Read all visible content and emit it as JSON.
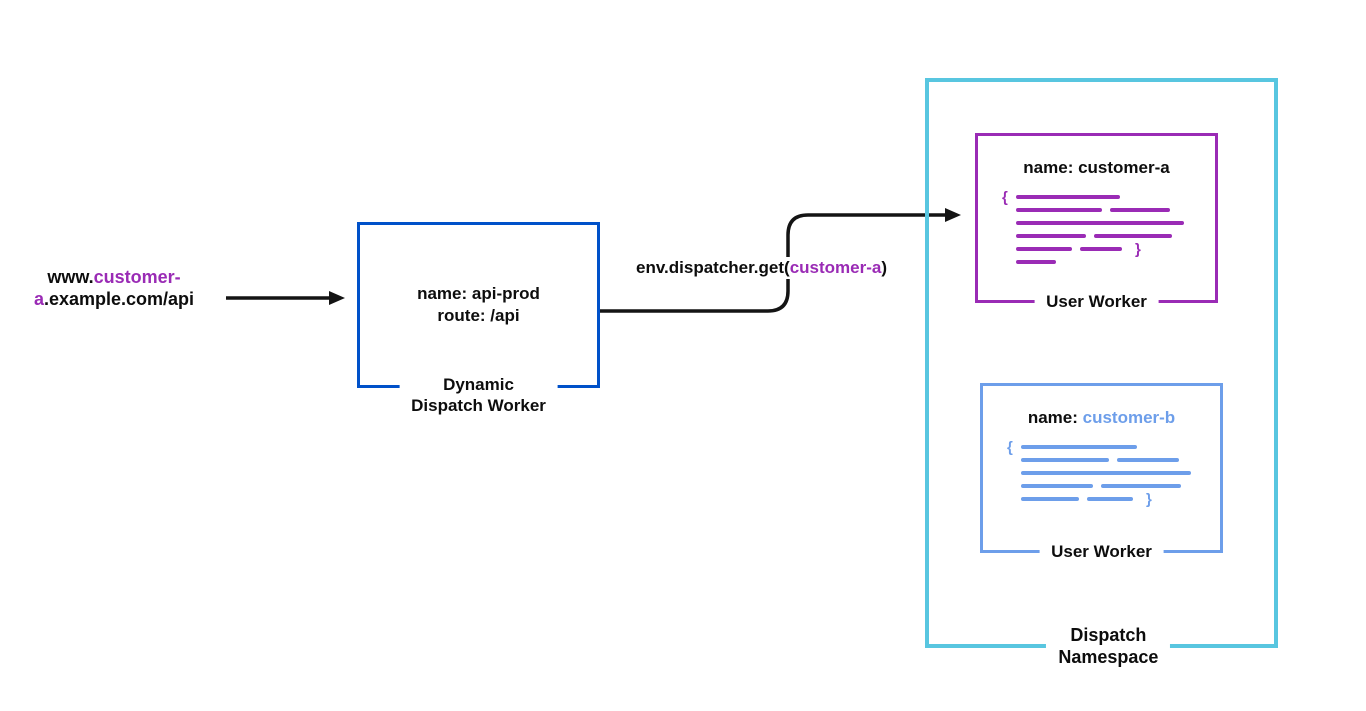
{
  "colors": {
    "purple": "#9a2bb5",
    "blue": "#0051c9",
    "light_blue": "#6d9eea",
    "cyan": "#58c6e0",
    "ink": "#0d0d0d",
    "arrow": "#141414"
  },
  "request": {
    "prefix": "www.",
    "customer_part1": "customer-",
    "customer_part2": "a",
    "suffix": ".example.com/api"
  },
  "dispatch_worker": {
    "name_line": "name: api-prod",
    "route_line": "route: /api",
    "label_line1": "Dynamic",
    "label_line2": "Dispatch Worker"
  },
  "dispatcher_call": {
    "prefix": "env.dispatcher.get(",
    "arg": "customer-a",
    "suffix": ")"
  },
  "namespace": {
    "label_line1": "Dispatch",
    "label_line2": "Namespace"
  },
  "worker_a": {
    "name_line": "name: customer-a",
    "label": "User Worker"
  },
  "worker_b": {
    "name_prefix": "name: ",
    "name_value": "customer-b",
    "label": "User Worker"
  },
  "decor": {
    "open_brace": "{",
    "close_brace": "}",
    "worker_a_code": {
      "rows": [
        [
          104
        ],
        [
          86,
          60
        ],
        [
          168
        ],
        [
          70,
          78
        ],
        [
          56,
          42
        ],
        [
          40
        ]
      ],
      "close_row": 4
    },
    "worker_b_code": {
      "rows": [
        [
          116
        ],
        [
          88,
          62
        ],
        [
          170
        ],
        [
          72,
          80
        ],
        [
          58,
          46
        ]
      ],
      "close_row": 4
    }
  }
}
